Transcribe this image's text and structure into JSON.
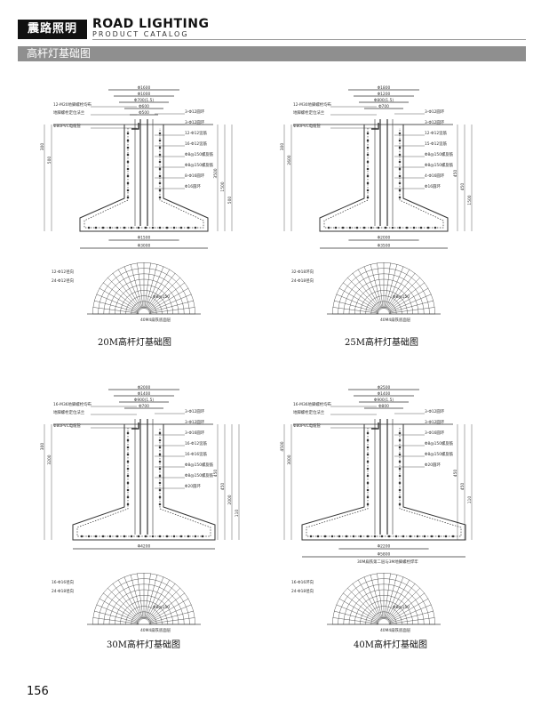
{
  "header": {
    "logo_cn": "震路照明",
    "logo_en_line1": "ROAD LIGHTING",
    "logo_en_line2": "PRODUCT CATALOG"
  },
  "section_title": "高杆灯基础图",
  "drawings": [
    {
      "caption": "20M高杆灯基础图",
      "top_dims": [
        "Φ1600",
        "Φ1000",
        "Φ700(1.5)",
        "Φ600",
        "Φ500"
      ],
      "bottom_dims": [
        "Φ1500",
        "Φ3000"
      ],
      "left_labels": [
        "12-M20地脚螺栓均布",
        "地脚螺栓定位法兰",
        "Φ80PVC电缆管"
      ],
      "right_labels": [
        "3-Φ12圆环",
        "3-Φ12圆环",
        "12-Φ12竖筋",
        "16-Φ12竖筋",
        "Φ8@150螺旋筋",
        "Φ8@150螺旋筋",
        "8-Φ16圆环",
        "Φ16圆环"
      ],
      "side_dims": [
        "300",
        "500",
        "3500",
        "1500",
        "500"
      ],
      "plan_labels": [
        "12-Φ12径向",
        "24-Φ12径向",
        "Φ8@150",
        "40M4扁铁底面层"
      ]
    },
    {
      "caption": "25M高杆灯基础图",
      "top_dims": [
        "Φ1800",
        "Φ1200",
        "Φ800(1.5)",
        "Φ700"
      ],
      "bottom_dims": [
        "Φ2000",
        "Φ3500"
      ],
      "left_labels": [
        "12-M30地脚螺栓均布",
        "地脚螺栓定位法兰",
        "Φ80PVC电缆管"
      ],
      "right_labels": [
        "3-Φ12圆环",
        "3-Φ12圆环",
        "12-Φ12竖筋",
        "15-Φ12竖筋",
        "Φ8@150螺旋筋",
        "Φ8@150螺旋筋",
        "4-Φ16圆环",
        "Φ16圆环"
      ],
      "side_dims": [
        "300",
        "2600",
        "450",
        "450",
        "1500"
      ],
      "plan_labels": [
        "32-Φ18环向",
        "24-Φ18径向",
        "Φ8@150",
        "40M4扁铁底面层"
      ]
    },
    {
      "caption": "30M高杆灯基础图",
      "top_dims": [
        "Φ2000",
        "Φ1400",
        "Φ900(1.5)",
        "Φ700"
      ],
      "bottom_dims": [
        "Φ4200"
      ],
      "left_labels": [
        "16-M36地脚螺栓均布",
        "地脚螺栓定位法兰",
        "Φ80PVC电缆管"
      ],
      "right_labels": [
        "3-Φ12圆环",
        "3-Φ12圆环",
        "3-Φ16圆环",
        "16-Φ12竖筋",
        "16-Φ16竖筋",
        "Φ8@150螺旋筋",
        "Φ8@150螺旋筋",
        "Φ20圆环"
      ],
      "side_dims": [
        "300",
        "3200",
        "450",
        "450",
        "2000",
        "110"
      ],
      "plan_labels": [
        "16-Φ16径向",
        "24-Φ18径向",
        "Φ8@150",
        "40M4扁铁底面层"
      ]
    },
    {
      "caption": "40M高杆灯基础图",
      "top_dims": [
        "Φ2500",
        "Φ1400",
        "Φ900(1.5)",
        "Φ800"
      ],
      "bottom_dims": [
        "Φ2200",
        "Φ5800"
      ],
      "left_labels": [
        "16-M36地脚螺栓均布",
        "地脚螺栓定位法兰",
        "Φ80PVC电缆管"
      ],
      "right_labels": [
        "3-Φ12圆环",
        "3-Φ12圆环",
        "3-Φ16圆环",
        "Φ8@150螺旋筋",
        "Φ8@150螺旋筋",
        "Φ20圆环"
      ],
      "side_dims": [
        "4500",
        "3000",
        "450",
        "450",
        "110"
      ],
      "note": "30M扁铁第二层与3M地脚螺栓焊牢",
      "plan_labels": [
        "16-Φ16环向",
        "24-Φ18径向",
        "Φ8@150",
        "40M4扁铁底面层"
      ]
    }
  ],
  "page_number": "156"
}
